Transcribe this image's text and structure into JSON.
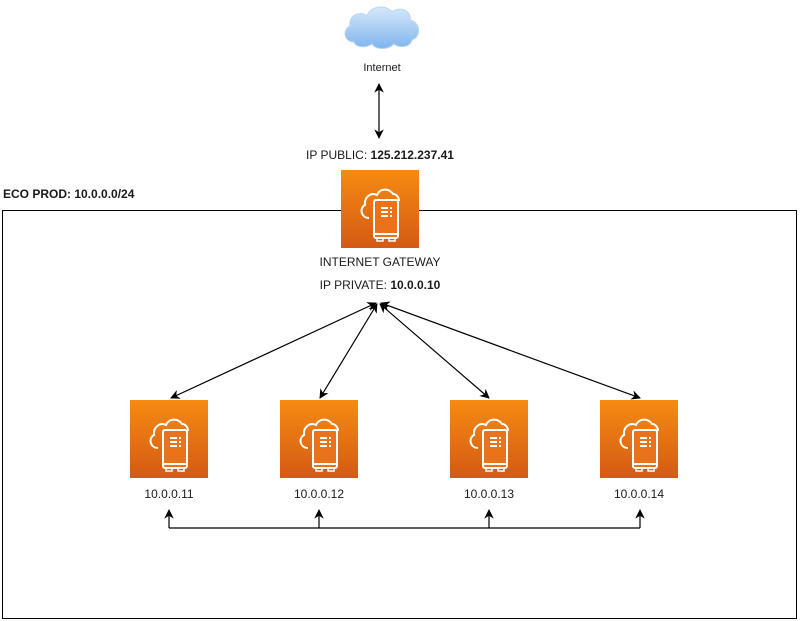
{
  "internet": {
    "label": "Internet",
    "icon": "cloud-icon"
  },
  "gateway": {
    "public_ip_prefix": "IP PUBLIC: ",
    "public_ip": "125.212.237.41",
    "name": "INTERNET GATEWAY",
    "private_ip_prefix": "IP PRIVATE: ",
    "private_ip": "10.0.0.10",
    "icon": "server-cloud-icon"
  },
  "vpc": {
    "label": "ECO PROD: 10.0.0.0/24"
  },
  "servers": [
    {
      "ip": "10.0.0.11",
      "icon": "server-cloud-icon"
    },
    {
      "ip": "10.0.0.12",
      "icon": "server-cloud-icon"
    },
    {
      "ip": "10.0.0.13",
      "icon": "server-cloud-icon"
    },
    {
      "ip": "10.0.0.14",
      "icon": "server-cloud-icon"
    }
  ],
  "colors": {
    "icon_top": "#f68b12",
    "icon_bottom": "#d45a15",
    "cloud": "#9ec9f5",
    "line": "#000000"
  }
}
